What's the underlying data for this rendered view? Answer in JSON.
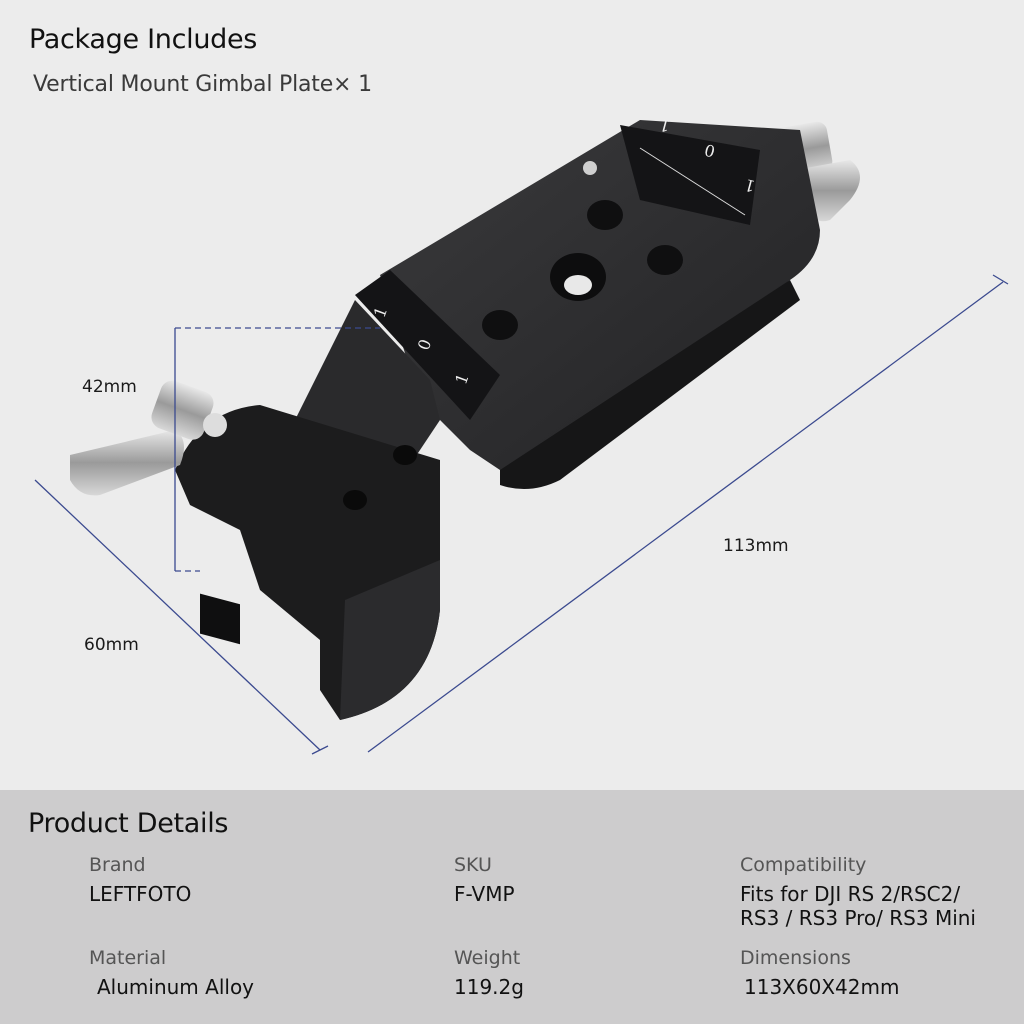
{
  "package": {
    "title": "Package Includes",
    "item": "Vertical Mount Gimbal Plate× 1"
  },
  "dimensions": {
    "height": "42mm",
    "width": "60mm",
    "length": "113mm",
    "line_color": "#3b4a8f"
  },
  "product_image": {
    "scale_labels": [
      "1",
      "0",
      "1"
    ]
  },
  "details": {
    "title": "Product Details",
    "fields": [
      {
        "label": "Brand",
        "value": "LEFTFOTO"
      },
      {
        "label": "SKU",
        "value": "F-VMP"
      },
      {
        "label": "Compatibility",
        "value_line1": "Fits for DJI RS 2/RSC2/",
        "value_line2": "RS3 / RS3 Pro/ RS3 Mini"
      },
      {
        "label": "Material",
        "value": "Aluminum Alloy"
      },
      {
        "label": "Weight",
        "value": "119.2g"
      },
      {
        "label": "Dimensions",
        "value": "113X60X42mm"
      }
    ]
  }
}
